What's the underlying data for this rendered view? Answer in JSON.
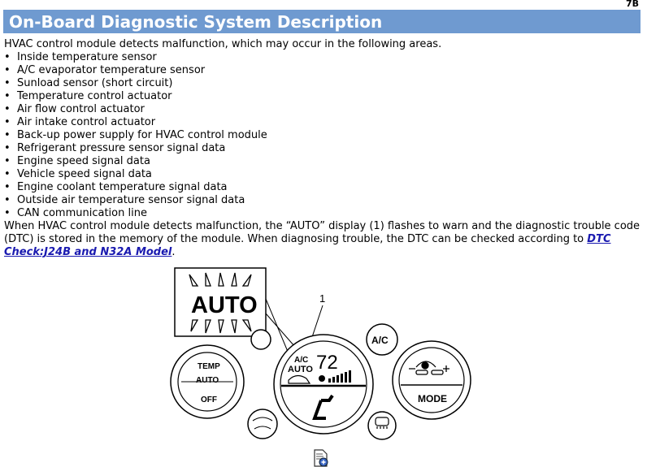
{
  "page_code": "7B",
  "title": "On-Board Diagnostic System Description",
  "intro": "HVAC control module detects malfunction, which may occur in the following areas.",
  "areas": [
    "Inside temperature sensor",
    "A/C evaporator temperature sensor",
    "Sunload sensor (short circuit)",
    "Temperature control actuator",
    "Air flow control actuator",
    "Air intake control actuator",
    "Back-up power supply for HVAC control module",
    "Refrigerant pressure sensor signal data",
    "Engine speed signal data",
    "Vehicle speed signal data",
    "Engine coolant temperature signal data",
    "Outside air temperature sensor signal data",
    "CAN communication line"
  ],
  "body_text": "When HVAC control module detects malfunction, the “AUTO” display (1) flashes to warn and the diagnostic trouble code (DTC) is stored in the memory of the module. When diagnosing trouble, the DTC can be checked according to ",
  "link_text": "DTC Check:J24B and N32A Model",
  "body_end": ".",
  "figure": {
    "callout_auto": "AUTO",
    "callout_number": "1",
    "left_temp": "TEMP",
    "left_auto": "AUTO",
    "left_off": "OFF",
    "display_ac": "A/C",
    "display_auto": "AUTO",
    "display_temp": "72",
    "ac_button": "A/C",
    "mode_button": "MODE"
  },
  "icons": [
    "defrost-icon",
    "fan-icon",
    "recirculation-icon",
    "rear-defrost-icon",
    "document-zoom-icon"
  ]
}
